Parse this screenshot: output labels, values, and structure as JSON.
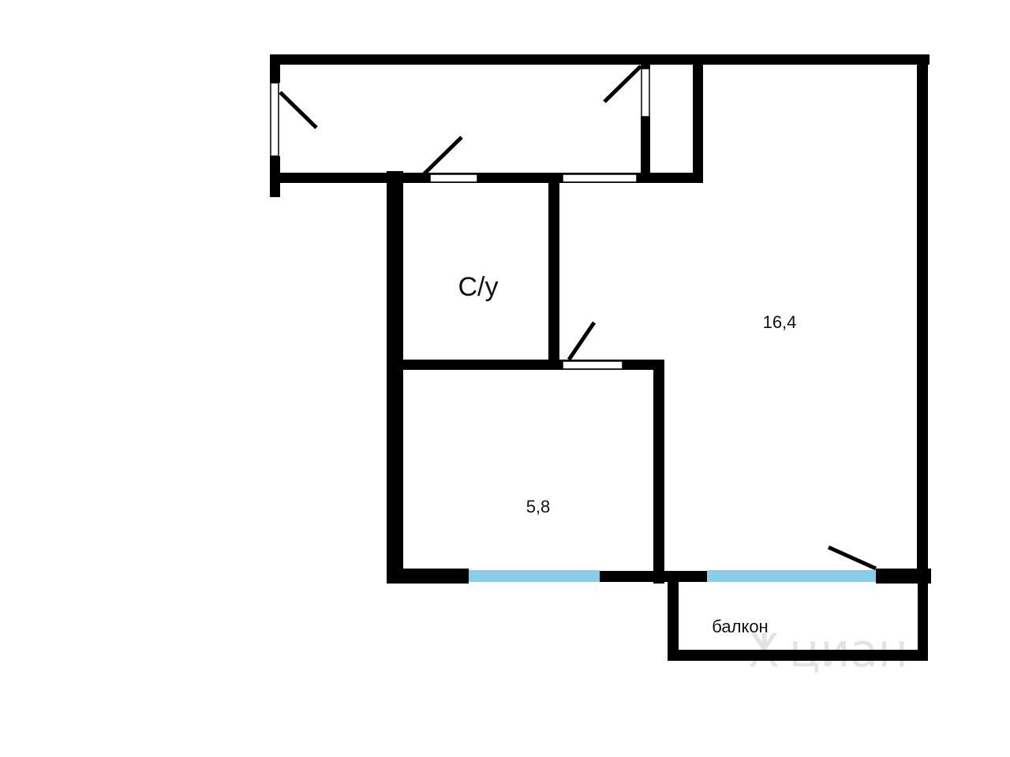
{
  "floorplan": {
    "rooms": {
      "bathroom": {
        "label": "С/у"
      },
      "living_room": {
        "label": "16,4"
      },
      "kitchen": {
        "label": "5,8"
      },
      "balcony": {
        "label": "балкон"
      }
    },
    "watermark": {
      "text": "циан"
    },
    "colors": {
      "wall": "#000000",
      "window": "#87cfe9",
      "door_opening": "#ffffff",
      "background": "#ffffff"
    }
  }
}
